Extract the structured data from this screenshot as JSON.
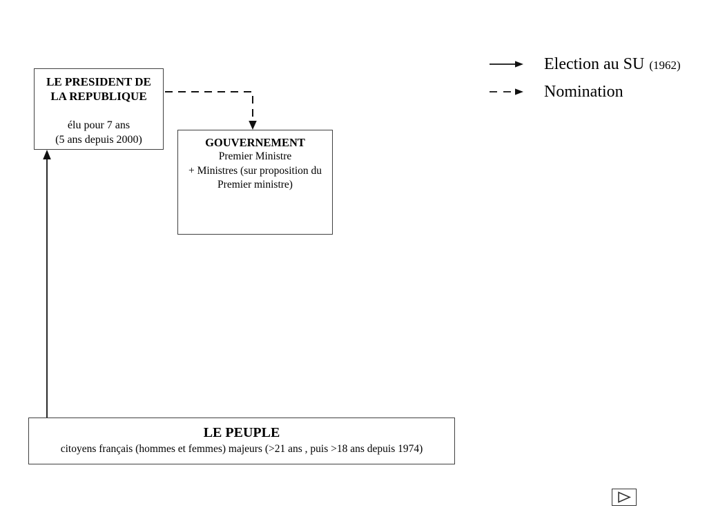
{
  "slide": {
    "background_color": "#ffffff",
    "text_color": "#000000",
    "line_color": "#111111",
    "border_color": "#3f3f3f"
  },
  "nodes": {
    "president": {
      "title_line1": "LE PRESIDENT DE",
      "title_line2": "LA REPUBLIQUE",
      "detail_line1": "élu pour 7 ans",
      "detail_line2": "(5 ans depuis 2000)"
    },
    "gouvernement": {
      "title": "GOUVERNEMENT",
      "line1": "Premier Ministre",
      "line2": "+ Ministres (sur proposition du",
      "line3": "Premier ministre)"
    },
    "peuple": {
      "title": "LE PEUPLE",
      "subtitle": "citoyens français (hommes et femmes) majeurs (>21 ans , puis >18 ans depuis 1974)"
    }
  },
  "legend": {
    "items": [
      {
        "style": "solid-arrow",
        "label": "Election au SU",
        "note": "(1962)"
      },
      {
        "style": "dashed-arrow",
        "label": "Nomination",
        "note": ""
      }
    ]
  },
  "relationships": [
    {
      "from": "LE PEUPLE",
      "to": "LE PRESIDENT DE LA REPUBLIQUE",
      "type": "Election au SU"
    },
    {
      "from": "LE PRESIDENT DE LA REPUBLIQUE",
      "to": "GOUVERNEMENT",
      "type": "Nomination"
    }
  ],
  "controls": {
    "next_slide_icon": "play-triangle"
  }
}
